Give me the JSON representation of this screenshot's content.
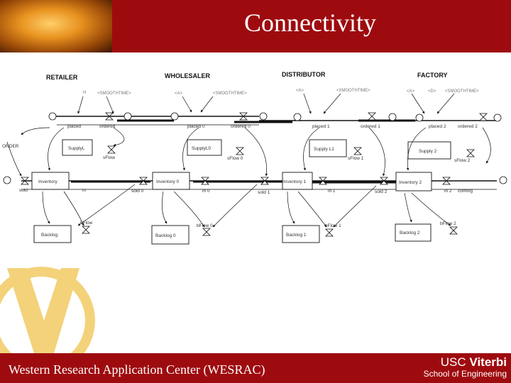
{
  "slide": {
    "title": "Connectivity",
    "footer_text": "Western Research Application Center (WESRAC)",
    "logo_primary": "USC",
    "logo_primary_bold": "Viterbi",
    "logo_secondary": "School of Engineering"
  },
  "diagram": {
    "columns": [
      "RETAILER",
      "WHOLESALER",
      "DISTRIBUTOR",
      "FACTORY"
    ],
    "top_labels": {
      "retailer": [
        "H",
        "<SMOOTHTIME>"
      ],
      "wholesaler": [
        "<A>",
        "<SMOOTHTIME>"
      ],
      "distributor": [
        "<A>",
        "<SMOOTHTIME>"
      ],
      "factory": [
        "<A>",
        "<D>",
        "<SMOOTHTIME>"
      ]
    },
    "stocks": [
      {
        "key": "retailer_supply",
        "label": "SupplyL"
      },
      {
        "key": "wholesaler_supply",
        "label": "SupplyL0"
      },
      {
        "key": "distributor_supply",
        "label": "Supply L1"
      },
      {
        "key": "factory_supply",
        "label": "Supply 2"
      },
      {
        "key": "retailer_inventory",
        "label": "Inventory"
      },
      {
        "key": "wholesaler_inventory",
        "label": "Inventory 0"
      },
      {
        "key": "distributor_inventory",
        "label": "Inventory 1"
      },
      {
        "key": "factory_inventory",
        "label": "Inventory 2"
      },
      {
        "key": "retailer_backlog",
        "label": "Backlog"
      },
      {
        "key": "wholesaler_backlog",
        "label": "Backlog 0"
      },
      {
        "key": "distributor_backlog",
        "label": "Backlog 1"
      },
      {
        "key": "factory_backlog",
        "label": "Backlog 2"
      }
    ],
    "variables": [
      {
        "key": "retailer_placed",
        "label": "placed"
      },
      {
        "key": "retailer_ordered",
        "label": "ordered"
      },
      {
        "key": "wholesaler_placed",
        "label": "placed 0"
      },
      {
        "key": "wholesaler_ordered",
        "label": "ordered 0"
      },
      {
        "key": "distributor_placed",
        "label": "placed 1"
      },
      {
        "key": "distributor_ordered",
        "label": "ordered 1"
      },
      {
        "key": "factory_placed",
        "label": "placed 2"
      },
      {
        "key": "factory_ordered",
        "label": "ordered 2"
      },
      {
        "key": "order",
        "label": "ORDER"
      },
      {
        "key": "retailer_sflow",
        "label": "sFlow"
      },
      {
        "key": "wholesaler_sflow",
        "label": "sFlow 0"
      },
      {
        "key": "distributor_sflow",
        "label": "sFlow 1"
      },
      {
        "key": "factory_sflow",
        "label": "sFlow 2"
      },
      {
        "key": "retailer_sold",
        "label": "sold"
      },
      {
        "key": "retailer_in",
        "label": "in"
      },
      {
        "key": "wholesaler_sold",
        "label": "sold 0"
      },
      {
        "key": "wholesaler_in",
        "label": "in 0"
      },
      {
        "key": "distributor_sold",
        "label": "sold 1"
      },
      {
        "key": "distributor_in",
        "label": "in 1"
      },
      {
        "key": "factory_sold",
        "label": "sold 2"
      },
      {
        "key": "factory_in",
        "label": "in 2"
      },
      {
        "key": "factory_coming",
        "label": "coming"
      },
      {
        "key": "retailer_bflow",
        "label": "bFlow"
      },
      {
        "key": "wholesaler_bflow",
        "label": "bFlow 0"
      },
      {
        "key": "distributor_bflow",
        "label": "bFlow 1"
      },
      {
        "key": "factory_bflow",
        "label": "bFlow 2"
      }
    ]
  }
}
